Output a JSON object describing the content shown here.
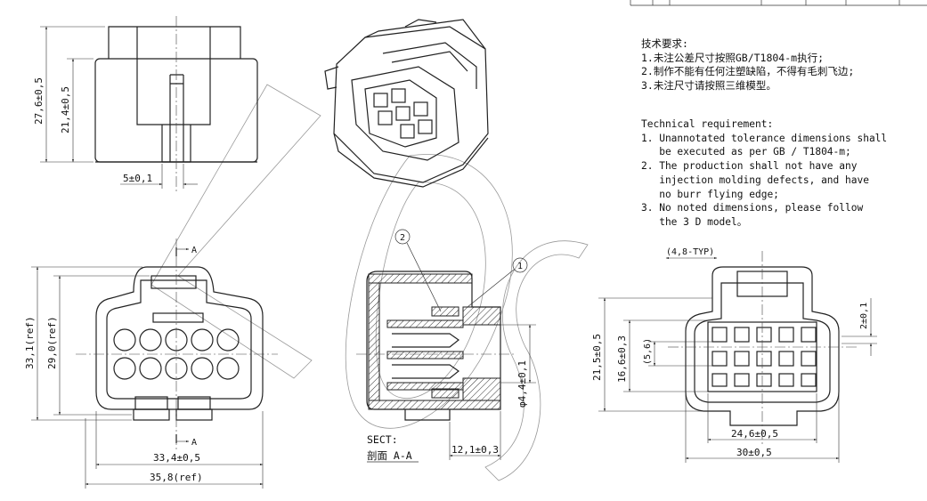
{
  "requirements_cn": {
    "title": "技术要求:",
    "items": [
      "1.未注公差尺寸按照GB/T1804-m执行;",
      "2.制作不能有任何注塑缺陷，不得有毛刺飞边;",
      "3.未注尺寸请按照三维模型。"
    ]
  },
  "requirements_en": {
    "title": "Technical requirement:",
    "lines": [
      "1. Unannotated tolerance dimensions shall",
      "   be executed as per GB / T1804-m;",
      "2. The production shall not have any",
      "   injection molding defects, and have",
      "   no burr flying edge;",
      "3. No noted dimensions, please follow",
      "   the 3 D model。"
    ]
  },
  "dims": {
    "top_height_total": "27,6±0,5",
    "top_height_inner": "21,4±0,5",
    "top_width_small": "5±0,1",
    "front_height_ref": "33,1(ref)",
    "front_inner_height_ref": "29,0(ref)",
    "front_width": "33,4±0,5",
    "front_width_ref": "35,8(ref)",
    "section_marker_top": "A",
    "section_marker_bottom": "A",
    "section_label_en": "SECT:",
    "section_label_cn": "剖面  A-A",
    "section_length": "12,1±0,3",
    "section_diameter": "φ4,4±0,1",
    "callout_1": "1",
    "callout_2": "2",
    "rear_typ": "(4,8-TYP)",
    "rear_height_outer": "21,5±0,5",
    "rear_height_inner": "16,6±0,3",
    "rear_pitch": "(5,6)",
    "rear_right": "2±0,1",
    "rear_width_inner": "24,6±0,5",
    "rear_width_outer": "30±0,5"
  }
}
